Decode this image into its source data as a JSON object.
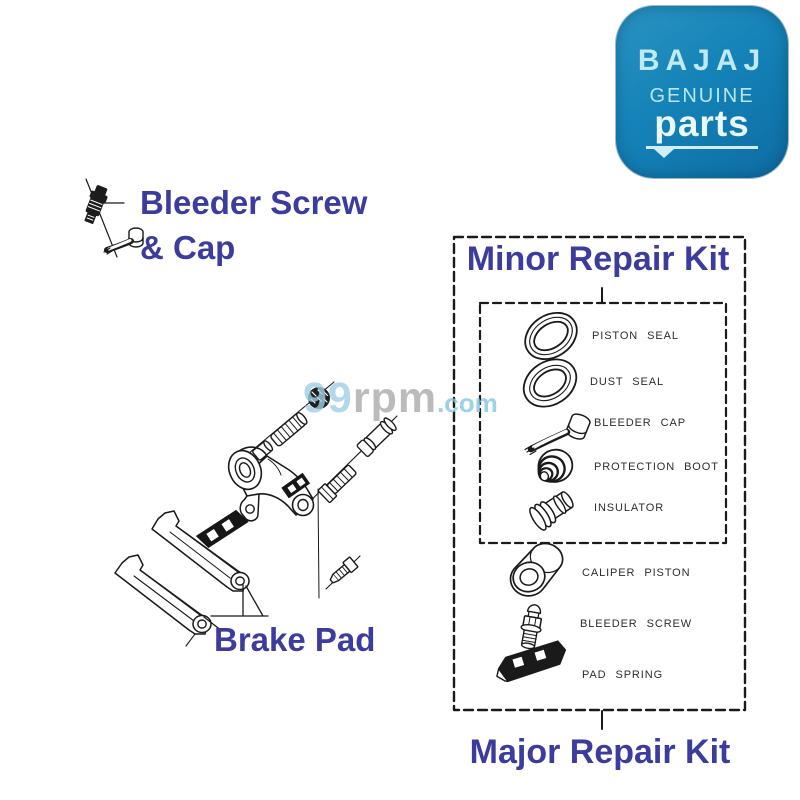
{
  "colors": {
    "annotation_blue": "#3c3c9e",
    "label_dark": "#2d2d2d",
    "line_black": "#1a1a1a",
    "logo_blue": "#1583b8",
    "logo_text": "#cfeef7",
    "watermark_gray": "#ababab",
    "watermark_blue": "#84c5e6"
  },
  "logo": {
    "brand": "BAJAJ",
    "line2": "GENUINE",
    "line3": "parts"
  },
  "watermark": {
    "digits": "99",
    "mid": "rpm",
    "suffix": ".com"
  },
  "annotations": {
    "bleeder_line1": "Bleeder Screw",
    "bleeder_line2": "& Cap",
    "brake_pad": "Brake Pad"
  },
  "minor_kit": {
    "title": "Minor Repair Kit",
    "items": [
      {
        "label": "PISTON SEAL",
        "icon": "piston-seal"
      },
      {
        "label": "DUST SEAL",
        "icon": "dust-seal"
      },
      {
        "label": "BLEEDER CAP",
        "icon": "bleeder-cap"
      },
      {
        "label": "PROTECTION BOOT",
        "icon": "protection-boot"
      },
      {
        "label": "INSULATOR",
        "icon": "insulator"
      }
    ]
  },
  "major_kit": {
    "title": "Major Repair Kit",
    "items": [
      {
        "label": "CALIPER PISTON",
        "icon": "caliper-piston"
      },
      {
        "label": "BLEEDER SCREW",
        "icon": "bleeder-screw"
      },
      {
        "label": "PAD SPRING",
        "icon": "pad-spring"
      }
    ]
  }
}
